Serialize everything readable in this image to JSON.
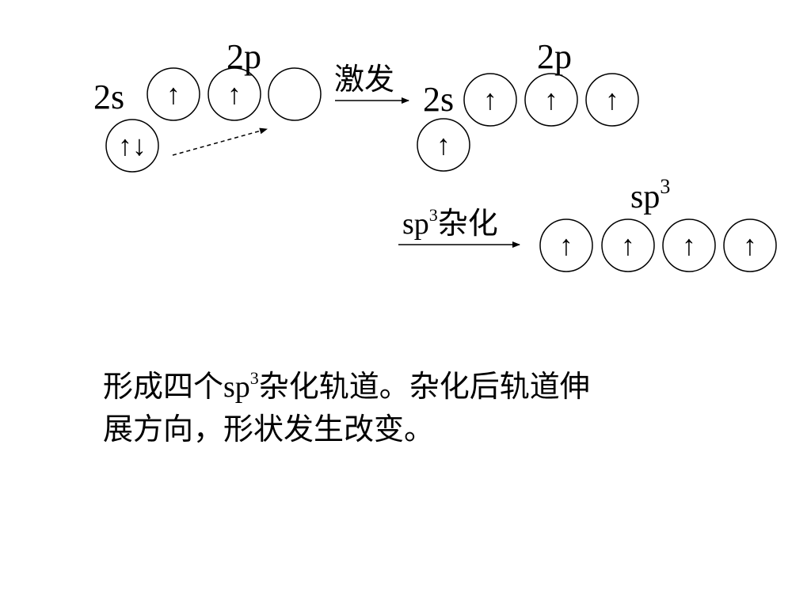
{
  "labels": {
    "ground_2s": "2s",
    "ground_2p": "2p",
    "excite": "激发",
    "excited_2s": "2s",
    "excited_2p": "2p",
    "hybrid_arrow_prefix": "sp",
    "hybrid_arrow_sup": "3",
    "hybrid_arrow_suffix": "杂化",
    "hybrid_orbital_prefix": "sp",
    "hybrid_orbital_sup": "3"
  },
  "orbitals": {
    "ground_2s": [
      "↑↓"
    ],
    "ground_2p": [
      "↑",
      "↑",
      ""
    ],
    "excited_2s": [
      "↑"
    ],
    "excited_2p": [
      "↑",
      "↑",
      "↑"
    ],
    "sp3": [
      "↑",
      "↑",
      "↑",
      "↑"
    ]
  },
  "caption": {
    "line1_a": "形成四个sp",
    "line1_sup": "3",
    "line1_b": "杂化轨道。杂化后轨道伸",
    "line2": "展方向，形状发生改变。"
  }
}
